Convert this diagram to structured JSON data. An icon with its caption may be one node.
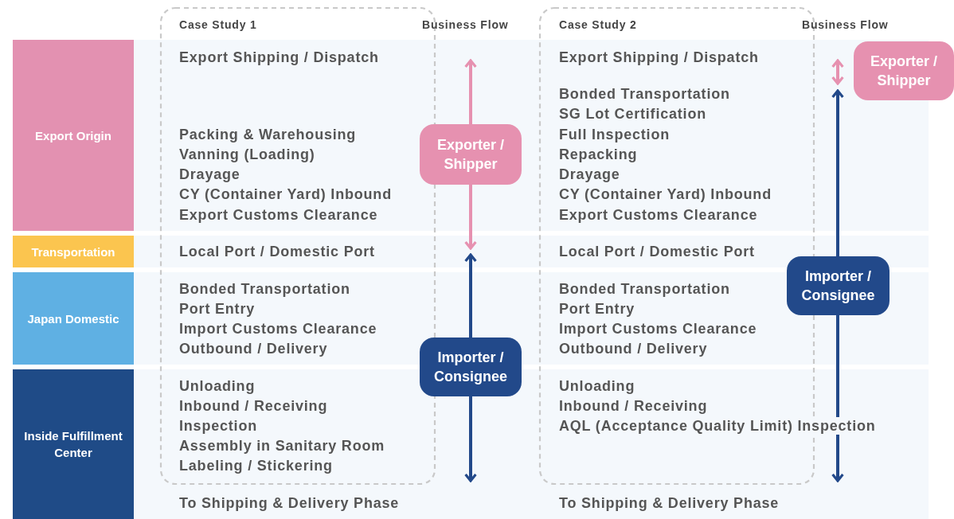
{
  "diagram": {
    "nodes": [
      {
        "text": [
          "Export Origin"
        ]
      },
      {
        "text": [
          "Transportation"
        ]
      },
      {
        "text": [
          "Japan Domestic"
        ]
      },
      {
        "text": [
          "Inside Fulfillment Center"
        ]
      },
      {
        "text": [
          "Exporter / Shipper"
        ]
      },
      {
        "text": [
          "Importer / Consignee"
        ]
      },
      {
        "text": [
          "Exporter / Shipper"
        ]
      },
      {
        "text": [
          "Importer / Consignee"
        ]
      }
    ],
    "edges": [],
    "labels": [
      "Case Study 1",
      "Business Flow",
      "Case Study 2",
      "Business Flow",
      "Export Shipping / Dispatch",
      "Packing & Warehousing",
      "Vanning (Loading)",
      "Drayage",
      "CY (Container Yard) Inbound",
      "Export Customs Clearance",
      "Export Shipping / Dispatch",
      "Bonded Transportation",
      "SG Lot Certification",
      "Full Inspection",
      "Repacking",
      "Drayage",
      "CY (Container Yard) Inbound",
      "Export Customs Clearance",
      "Local Port / Domestic Port",
      "Local Port / Domestic Port",
      "Bonded Transportation",
      "Port Entry",
      "Import Customs Clearance",
      "Outbound / Delivery",
      "Bonded Transportation",
      "Port Entry",
      "Import Customs Clearance",
      "Outbound / Delivery",
      "Unloading",
      "Inbound / Receiving",
      "Inspection",
      "Assembly in Sanitary Room",
      "Labeling / Stickering",
      "Unloading",
      "Inbound / Receiving",
      "AQL (Acceptance Quality Limit) Inspection",
      "To Shipping & Delivery Phase",
      "To Shipping & Delivery Phase"
    ]
  }
}
